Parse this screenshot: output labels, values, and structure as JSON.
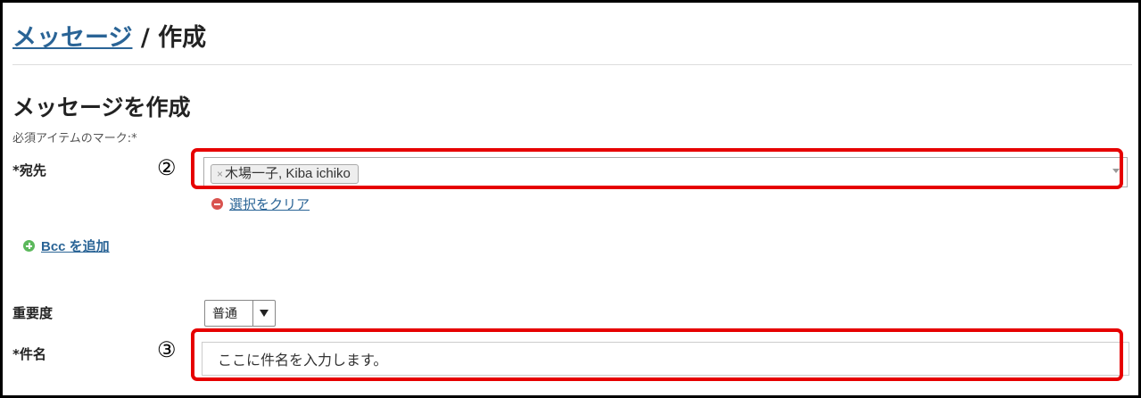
{
  "breadcrumb": {
    "link": "メッセージ",
    "separator": " / ",
    "current": "作成"
  },
  "heading": "メッセージを作成",
  "required_note": "必須アイテムのマーク:*",
  "fields": {
    "recipient": {
      "label": "*宛先",
      "chip_remove": "×",
      "chip_text": "木場一子, Kiba ichiko",
      "clear_label": "選択をクリア"
    },
    "bcc": {
      "label": "Bcc を追加"
    },
    "priority": {
      "label": "重要度",
      "value": "普通"
    },
    "subject": {
      "label": "*件名",
      "value": "ここに件名を入力します。"
    }
  },
  "callouts": {
    "recipient": "②",
    "subject": "③"
  },
  "colors": {
    "highlight": "#e60000",
    "link": "#2a6496",
    "clear_icon": "#d9534f",
    "add_icon": "#5cb85c"
  },
  "icons": {
    "clear": "minus-circle-icon",
    "add": "plus-circle-icon",
    "dropdown": "chevron-down-icon"
  }
}
